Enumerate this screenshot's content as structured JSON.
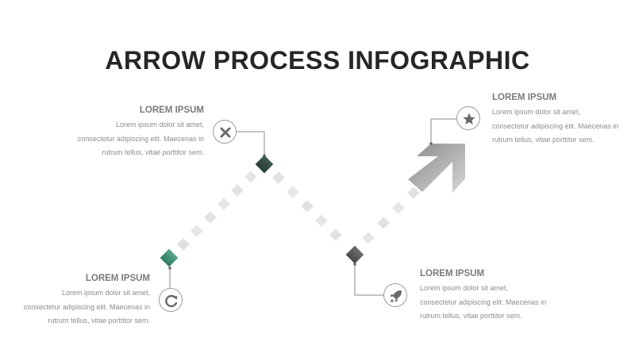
{
  "title": "ARROW PROCESS INFOGRAPHIC",
  "steps": [
    {
      "heading": "LOREM IPSUM",
      "lines": [
        "Lorem ipsum dolor sit amet,",
        "consectetur adipiscing elit. Maecenas in",
        "rutrum tellus, vitae porttitor sem."
      ],
      "icon": "refresh-icon"
    },
    {
      "heading": "LOREM IPSUM",
      "lines": [
        "Lorem ipsum dolor sit amet,",
        "consectetur adipiscing elit. Maecenas in",
        "rutrum tellus, vitae porttitor sem."
      ],
      "icon": "close-icon"
    },
    {
      "heading": "LOREM IPSUM",
      "lines": [
        "Lorem ipsum dolor sit amet,",
        "consectetur adipiscing elit. Maecenas in",
        "rutrum tellus, vitae porttitor sem."
      ],
      "icon": "rocket-icon"
    },
    {
      "heading": "LOREM IPSUM",
      "lines": [
        "Lorem ipsum dolor sit amet,",
        "consectetur adipiscing elit. Maecenas in",
        "rutrum tellus, vitae porttitor sem."
      ],
      "icon": "star-icon"
    }
  ],
  "colors": {
    "title": "#262626",
    "node1": "#3c8c74",
    "node2": "#2f4a44",
    "node3": "#5a5a5a",
    "arrow": "#8f8f8f",
    "dots": "#e2e2e2"
  }
}
